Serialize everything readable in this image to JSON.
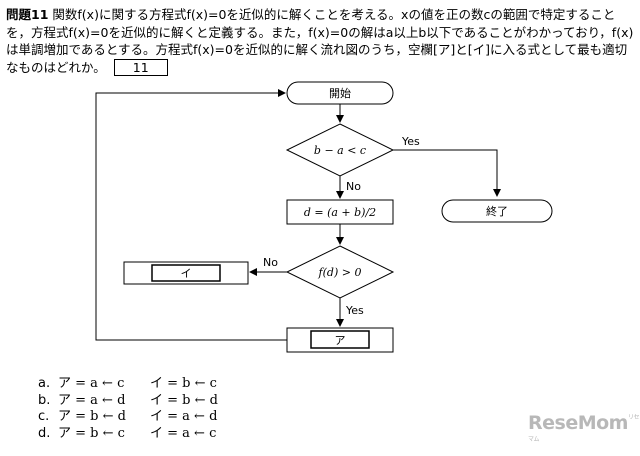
{
  "question": {
    "number": "問題11",
    "text": "関数f(x)に関する方程式f(x)=0を近似的に解くことを考える。xの値を正の数cの範囲で特定することを，方程式f(x)=0を近似的に解くと定義する。また，f(x)=0の解はa以上b以下であることがわかっており，f(x)は単調増加であるとする。方程式f(x)=0を近似的に解く流れ図のうち，空欄[ア]と[イ]に入る式として最も適切なものはどれか。",
    "answer_box": "11"
  },
  "flowchart": {
    "start": "開始",
    "cond1": "b − a < c",
    "yes1": "Yes",
    "no1": "No",
    "end": "終了",
    "process1": "d = (a + b)/2",
    "cond2": "f(d) > 0",
    "no2": "No",
    "yes2": "Yes",
    "blank_i": "イ",
    "blank_a": "ア"
  },
  "choices": [
    {
      "letter": "a.",
      "a": "ア = a ← c",
      "i": "イ = b ← c"
    },
    {
      "letter": "b.",
      "a": "ア = a ← d",
      "i": "イ = b ← d"
    },
    {
      "letter": "c.",
      "a": "ア = b ← d",
      "i": "イ = a ← d"
    },
    {
      "letter": "d.",
      "a": "ア = b ← c",
      "i": "イ = a ← c"
    }
  ],
  "logo": {
    "main": "ReseMom",
    "small": "リセマム"
  }
}
